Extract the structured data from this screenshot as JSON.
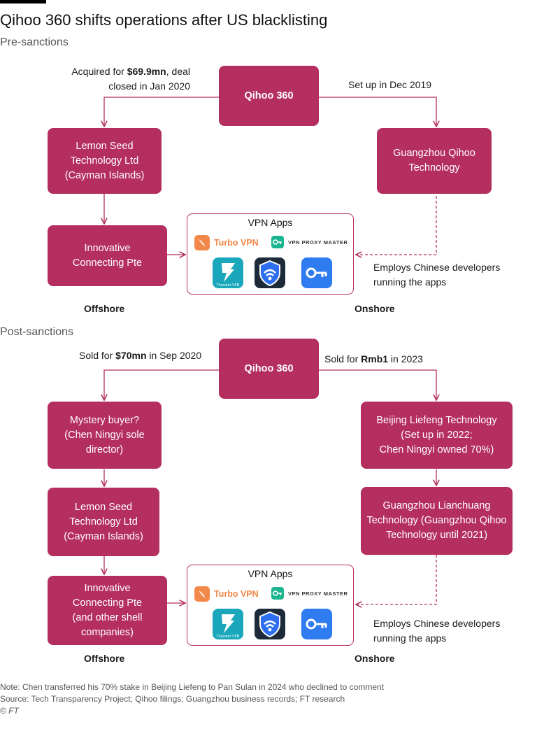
{
  "title": "Qihoo 360 shifts operations after US blacklisting",
  "pre": {
    "heading": "Pre-sanctions",
    "qihoo": "Qihoo 360",
    "left_note_prefix": "Acquired for ",
    "left_note_bold": "$69.9mn",
    "left_note_suffix": ", deal",
    "left_note_line2": "closed in Jan 2020",
    "right_note": "Set up in Dec 2019",
    "lemon": [
      "Lemon Seed",
      "Technology Ltd",
      "(Cayman Islands)"
    ],
    "guangzhou": [
      "Guangzhou Qihoo",
      "Technology"
    ],
    "innovative": [
      "Innovative",
      "Connecting Pte"
    ],
    "employs": [
      "Employs Chinese developers",
      "running the apps"
    ],
    "offshore": "Offshore",
    "onshore": "Onshore"
  },
  "post": {
    "heading": "Post-sanctions",
    "qihoo": "Qihoo 360",
    "left_note_prefix": "Sold for ",
    "left_note_bold": "$70mn",
    "left_note_suffix": " in Sep 2020",
    "right_note_prefix": "Sold for ",
    "right_note_bold": "Rmb1",
    "right_note_suffix": " in 2023",
    "mystery": [
      "Mystery buyer?",
      "(Chen Ningyi sole",
      "director)"
    ],
    "lemon": [
      "Lemon Seed",
      "Technology Ltd",
      "(Cayman Islands)"
    ],
    "innovative": [
      "Innovative",
      "Connecting Pte",
      "(and other shell",
      "companies)"
    ],
    "beijing": [
      "Beijing Liefeng Technology",
      "(Set up in 2022;",
      "Chen Ningyi owned 70%)"
    ],
    "lianchuang": [
      "Guangzhou Lianchuang",
      "Technology (Guangzhou Qihoo",
      "Technology until 2021)"
    ],
    "employs": [
      "Employs Chinese developers",
      "running the apps"
    ],
    "offshore": "Offshore",
    "onshore": "Onshore"
  },
  "vpn": {
    "title": "VPN Apps",
    "turbo": "Turbo VPN",
    "proxy": "VPN PROXY MASTER",
    "thunder": "Thunder VPN",
    "icons": [
      "turbo-vpn-icon",
      "vpn-proxy-master-icon",
      "thunder-vpn-icon",
      "shield-wifi-icon",
      "key-icon"
    ]
  },
  "footer": {
    "note": "Note: Chen transferred his 70% stake in Beijing Liefeng to Pan Sulan in 2024 who declined to comment",
    "source": "Source: Tech Transparency Project; Qihoo filings; Guangzhou business records; FT research",
    "copyright": "© FT"
  },
  "colors": {
    "box": "#b42e5f",
    "line": "#b42e5f",
    "turbo": "#f2884a",
    "proxy": "#1bb58f"
  }
}
